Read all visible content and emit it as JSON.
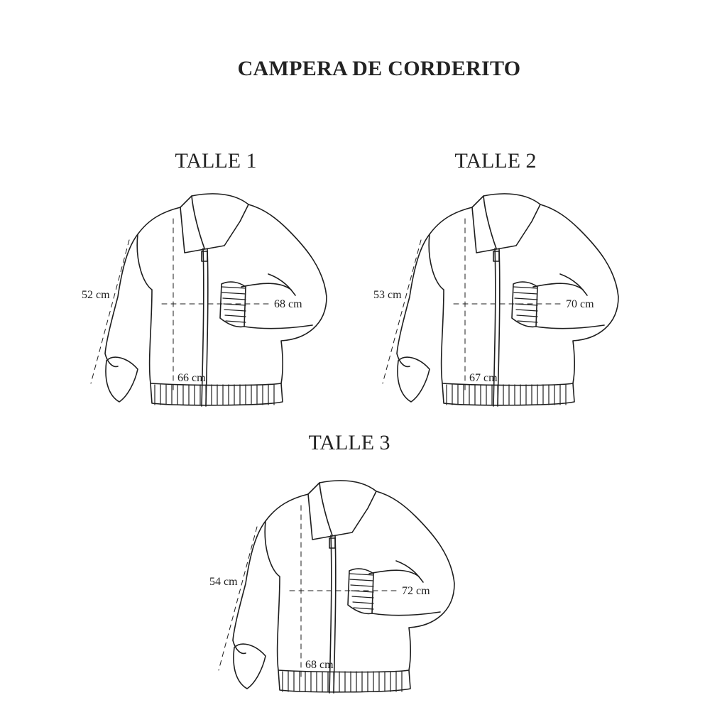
{
  "title": "CAMPERA DE CORDERITO",
  "sizes": [
    {
      "label": "TALLE 1",
      "length": "52 cm",
      "width": "68 cm",
      "height": "66 cm"
    },
    {
      "label": "TALLE 2",
      "length": "53 cm",
      "width": "70 cm",
      "height": "67 cm"
    },
    {
      "label": "TALLE 3",
      "length": "54 cm",
      "width": "72 cm",
      "height": "68 cm"
    }
  ]
}
